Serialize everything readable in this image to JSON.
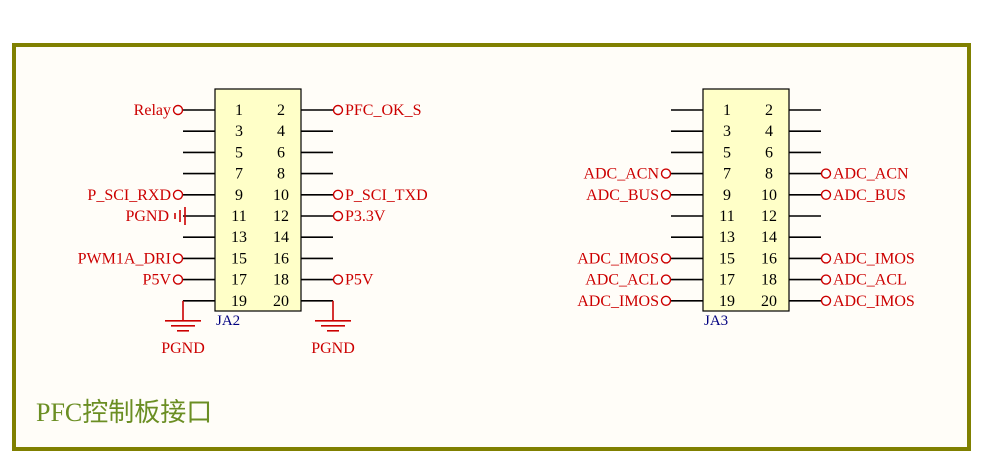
{
  "frame": {
    "title": "PFC控制板接口",
    "border_color": "#808000",
    "fill_color": "#fffdf8"
  },
  "colors": {
    "net": "#cc0000",
    "pin": "#000000",
    "designator": "#000080",
    "body_fill": "#ffffc8",
    "body_stroke": "#000000"
  },
  "connectors": [
    {
      "designator": "JA2",
      "rows": [
        {
          "left": "1",
          "right": "2",
          "left_net": "Relay",
          "right_net": "PFC_OK_S"
        },
        {
          "left": "3",
          "right": "4",
          "left_net": "",
          "right_net": ""
        },
        {
          "left": "5",
          "right": "6",
          "left_net": "",
          "right_net": ""
        },
        {
          "left": "7",
          "right": "8",
          "left_net": "",
          "right_net": ""
        },
        {
          "left": "9",
          "right": "10",
          "left_net": "P_SCI_RXD",
          "right_net": "P_SCI_TXD"
        },
        {
          "left": "11",
          "right": "12",
          "left_net": "PGND",
          "right_net": "P3.3V",
          "left_style": "ground"
        },
        {
          "left": "13",
          "right": "14",
          "left_net": "",
          "right_net": ""
        },
        {
          "left": "15",
          "right": "16",
          "left_net": "PWM1A_DRI",
          "right_net": ""
        },
        {
          "left": "17",
          "right": "18",
          "left_net": "P5V",
          "right_net": "P5V"
        },
        {
          "left": "19",
          "right": "20",
          "left_net": "PGND",
          "right_net": "PGND",
          "left_style": "ground-below",
          "right_style": "ground-below"
        }
      ]
    },
    {
      "designator": "JA3",
      "rows": [
        {
          "left": "1",
          "right": "2",
          "left_net": "",
          "right_net": ""
        },
        {
          "left": "3",
          "right": "4",
          "left_net": "",
          "right_net": ""
        },
        {
          "left": "5",
          "right": "6",
          "left_net": "",
          "right_net": ""
        },
        {
          "left": "7",
          "right": "8",
          "left_net": "ADC_ACN",
          "right_net": "ADC_ACN"
        },
        {
          "left": "9",
          "right": "10",
          "left_net": "ADC_BUS",
          "right_net": "ADC_BUS"
        },
        {
          "left": "11",
          "right": "12",
          "left_net": "",
          "right_net": ""
        },
        {
          "left": "13",
          "right": "14",
          "left_net": "",
          "right_net": ""
        },
        {
          "left": "15",
          "right": "16",
          "left_net": "ADC_IMOS",
          "right_net": "ADC_IMOS"
        },
        {
          "left": "17",
          "right": "18",
          "left_net": "ADC_ACL",
          "right_net": "ADC_ACL"
        },
        {
          "left": "19",
          "right": "20",
          "left_net": "ADC_IMOS",
          "right_net": "ADC_IMOS"
        }
      ]
    }
  ]
}
